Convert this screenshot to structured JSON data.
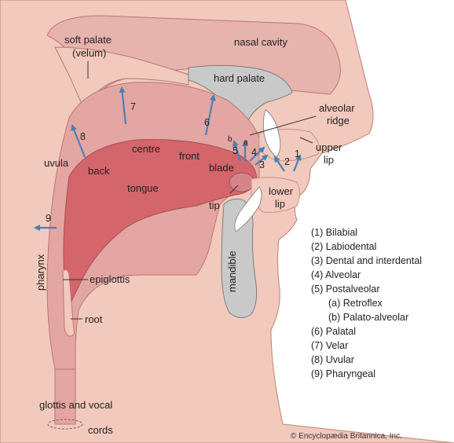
{
  "labels": {
    "soft_palate": [
      "soft palate",
      "(velum)"
    ],
    "nasal_cavity": "nasal cavity",
    "hard_palate": "hard palate",
    "alveolar_ridge": [
      "alveolar",
      "ridge"
    ],
    "upper_lip": [
      "upper",
      "lip"
    ],
    "lower_lip": [
      "lower",
      "lip"
    ],
    "uvula": "uvula",
    "back": "back",
    "centre": "centre",
    "front": "front",
    "blade": "blade",
    "tongue": "tongue",
    "tip": "tip",
    "mandible": "mandible",
    "pharynx": "pharynx",
    "epiglottis": "epiglottis",
    "root": "root",
    "glottis": [
      "glottis and vocal",
      "cords"
    ]
  },
  "place_numbers": [
    "1",
    "2",
    "3",
    "4",
    "5",
    "6",
    "7",
    "8",
    "9"
  ],
  "sub_letters": [
    "a",
    "b"
  ],
  "legend": [
    "(1) Bilabial",
    "(2) Labiodental",
    "(3) Dental and interdental",
    "(4) Alveolar",
    "(5) Postalveolar",
    "(a) Retroflex",
    "(b) Palato-alveolar",
    "(6) Palatal",
    "(7) Velar",
    "(8) Uvular",
    "(9) Pharyngeal"
  ],
  "copyright": "© Encyclopædia Britannica, Inc.",
  "colors": {
    "skin": "#f2c9bd",
    "mucosa": "#e4a6a2",
    "tongue": "#d4666b",
    "bone": "#c9c9c9",
    "teeth": "#ffffff",
    "arrow": "#4a7fb8",
    "outline": "#9a5a5a"
  }
}
